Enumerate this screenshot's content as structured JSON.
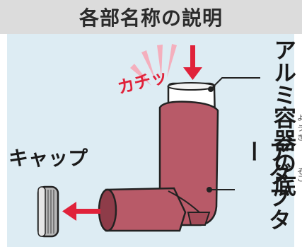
{
  "title": "各部名称の説明",
  "labels": {
    "cap": "キャップ",
    "aluminum_bottom": "アルミ容器の底",
    "adapter": "アダプター",
    "sound": "カチッ",
    "ruby_you": "よう",
    "ruby_ki": "き",
    "ruby_so": "そ",
    "ruby_ko": "こ"
  },
  "colors": {
    "header_bg": "#dcdcdc",
    "panel_bg": "#ddecf3",
    "adapter_body": "#b85a68",
    "adapter_shade": "#8e3c49",
    "arrow_red": "#e0223a",
    "burst_pink": "#f7a9b8",
    "cap_gray": "#9a9a9a",
    "canister_white": "#ffffff"
  }
}
